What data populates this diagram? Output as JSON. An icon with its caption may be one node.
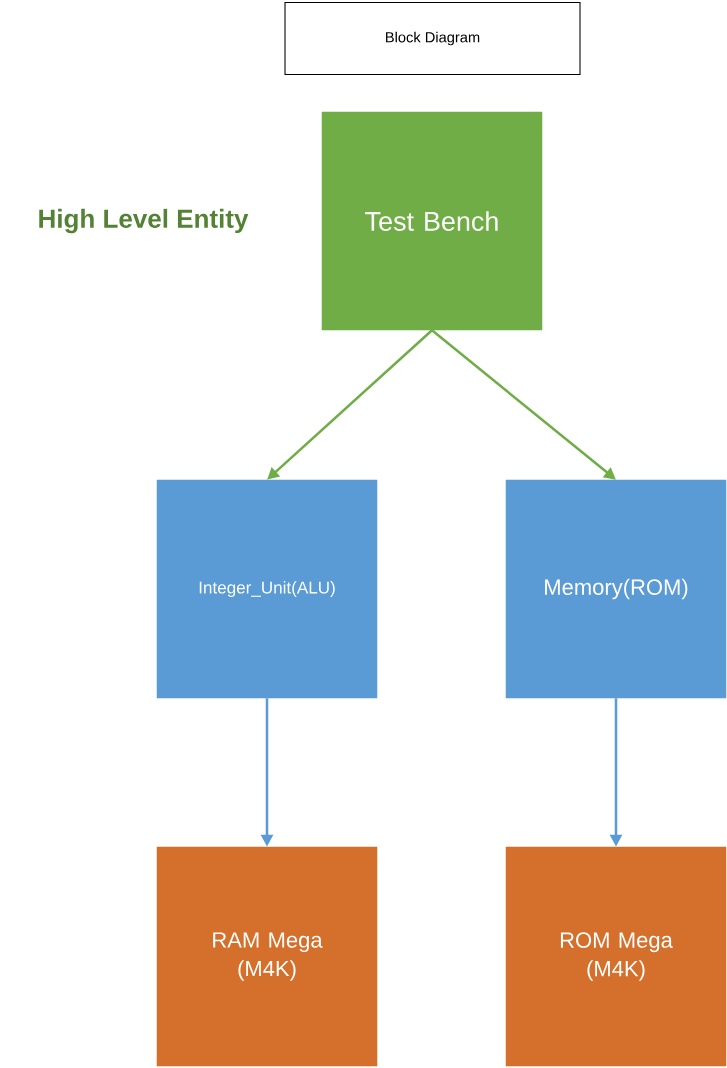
{
  "diagram": {
    "title": "Block Diagram",
    "nodes": [
      {
        "text": [
          "Test Bench"
        ],
        "beside": [
          "High Level Entity"
        ]
      },
      {
        "text": [
          "Integer_Unit(ALU)"
        ]
      },
      {
        "text": [
          "Memory(ROM)"
        ]
      },
      {
        "text": [
          "RAM Mega (M4K)"
        ]
      },
      {
        "text": [
          "ROM Mega (M4K)"
        ]
      }
    ],
    "edges": [
      {
        "from": 0,
        "to": 1,
        "arrow": "to",
        "color": "#70ad47"
      },
      {
        "from": 0,
        "to": 2,
        "arrow": "to",
        "color": "#70ad47"
      },
      {
        "from": 1,
        "to": 3,
        "arrow": "to",
        "color": "#5b9bd5"
      },
      {
        "from": 2,
        "to": 4,
        "arrow": "to",
        "color": "#5b9bd5"
      }
    ]
  }
}
